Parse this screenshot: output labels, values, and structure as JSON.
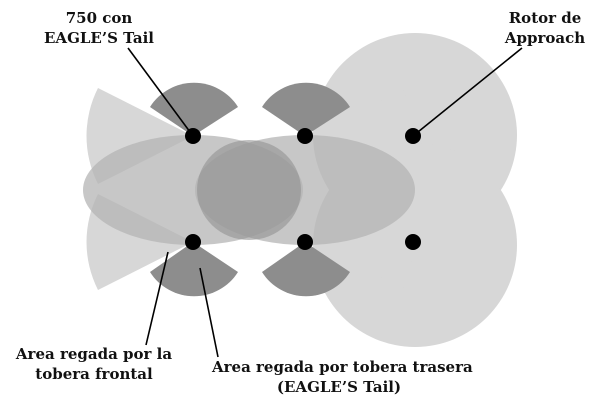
{
  "labels": {
    "eagle_750": [
      "750 con",
      "EAGLE’S Tail"
    ],
    "rotor_approach": [
      "Rotor de",
      "Approach"
    ],
    "front_area": [
      "Area regada por la",
      "tobera frontal"
    ],
    "rear_area": [
      "Area regada por tobera trasera",
      "(EAGLE’S Tail)"
    ]
  },
  "colors": {
    "light_fill": "#d7d7d7",
    "mid_fill": "#b4b4b4",
    "dark_fill": "#8d8d8d",
    "dot": "#000000",
    "line": "#000000",
    "text": "#111111"
  }
}
